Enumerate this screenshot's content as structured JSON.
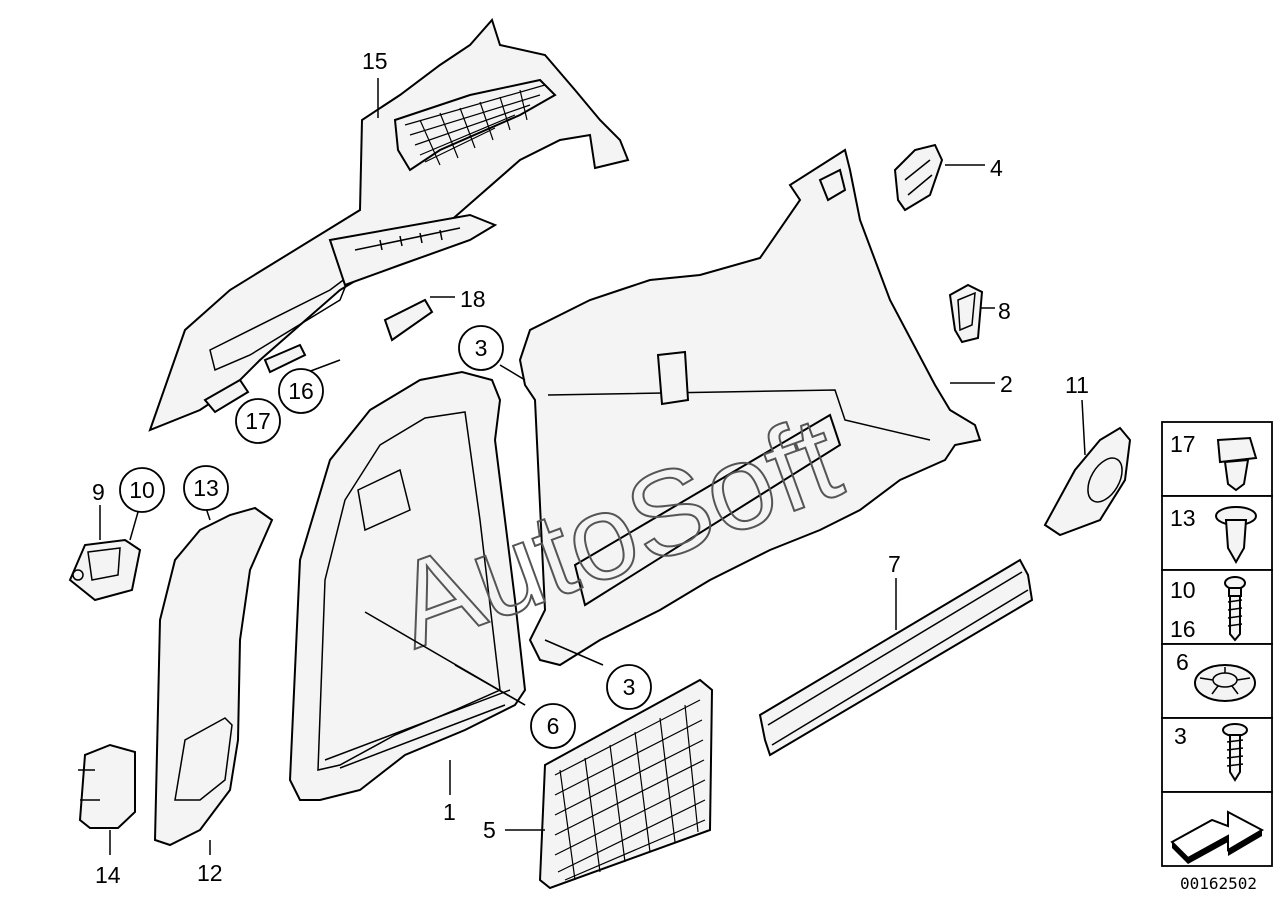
{
  "watermark": "AutoSoft",
  "reference_number": "00162502",
  "callouts": [
    {
      "id": "c15",
      "text": "15"
    },
    {
      "id": "c4",
      "text": "4"
    },
    {
      "id": "c18",
      "text": "18"
    },
    {
      "id": "c8",
      "text": "8"
    },
    {
      "id": "c3a",
      "text": "3"
    },
    {
      "id": "c2",
      "text": "2"
    },
    {
      "id": "c11",
      "text": "11"
    },
    {
      "id": "c16",
      "text": "16"
    },
    {
      "id": "c17",
      "text": "17"
    },
    {
      "id": "c9",
      "text": "9"
    },
    {
      "id": "c10",
      "text": "10"
    },
    {
      "id": "c13",
      "text": "13"
    },
    {
      "id": "c7",
      "text": "7"
    },
    {
      "id": "c3b",
      "text": "3"
    },
    {
      "id": "c6",
      "text": "6"
    },
    {
      "id": "c1",
      "text": "1"
    },
    {
      "id": "c5",
      "text": "5"
    },
    {
      "id": "c14",
      "text": "14"
    },
    {
      "id": "c12",
      "text": "12"
    }
  ],
  "legend": [
    {
      "text": "17"
    },
    {
      "text": "13"
    },
    {
      "text": "10"
    },
    {
      "text": "16"
    },
    {
      "text": "6"
    },
    {
      "text": "3"
    }
  ]
}
